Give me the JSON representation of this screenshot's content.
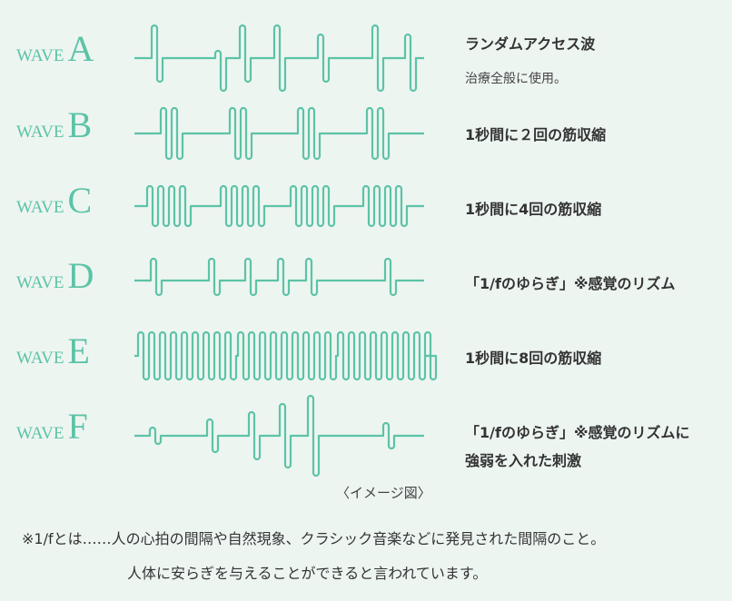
{
  "waves": [
    {
      "prefix": "WAVE",
      "letter": "A",
      "desc": "ランダムアクセス波",
      "sub": "治療全般に使用。"
    },
    {
      "prefix": "WAVE",
      "letter": "B",
      "desc": "1秒間に２回の筋収縮"
    },
    {
      "prefix": "WAVE",
      "letter": "C",
      "desc": "1秒間に4回の筋収縮"
    },
    {
      "prefix": "WAVE",
      "letter": "D",
      "desc": "「1/fのゆらぎ」※感覚のリズム"
    },
    {
      "prefix": "WAVE",
      "letter": "E",
      "desc": "1秒間に8回の筋収縮"
    },
    {
      "prefix": "WAVE",
      "letter": "F",
      "desc": "「1/fのゆらぎ」※感覚のリズムに",
      "desc2": "強弱を入れた刺激"
    }
  ],
  "caption": "〈イメージ図〉",
  "note_line1": "※1/fとは……人の心拍の間隔や自然現象、クラシック音楽などに発見された間隔のこと。",
  "note_line2": "人体に安らぎを与えることができると言われています。",
  "colors": {
    "wave": "#5cc3a6",
    "background": "#edf5f1",
    "text": "#333333"
  }
}
